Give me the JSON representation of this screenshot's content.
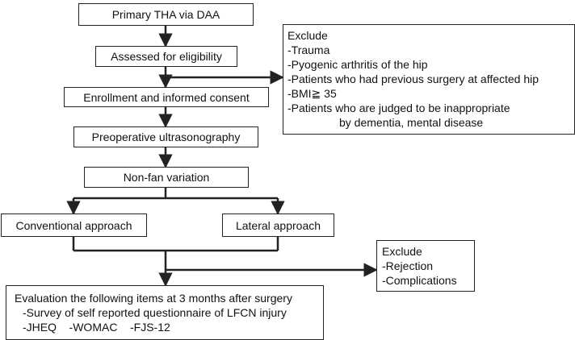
{
  "steps": {
    "primary": "Primary THA via DAA",
    "assessed": "Assessed for eligibility",
    "enrollment": "Enrollment and informed consent",
    "preop": "Preoperative ultrasonography",
    "nonfan": "Non-fan variation",
    "conventional": "Conventional approach",
    "lateral": "Lateral approach"
  },
  "exclude1": {
    "title": "Exclude",
    "items": [
      "-Trauma",
      "-Pyogenic arthritis of the hip",
      "-Patients who had previous surgery at affected hip",
      "-BMI≧ 35",
      "-Patients who are judged to be inappropriate",
      "by dementia, mental disease"
    ]
  },
  "exclude2": {
    "title": "Exclude",
    "items": [
      "-Rejection",
      "-Complications"
    ]
  },
  "evaluation": {
    "lines": [
      "Evaluation the following items at 3 months after surgery",
      "-Survey of self reported questionnaire of LFCN injury",
      "-JHEQ    -WOMAC    -FJS-12"
    ]
  }
}
